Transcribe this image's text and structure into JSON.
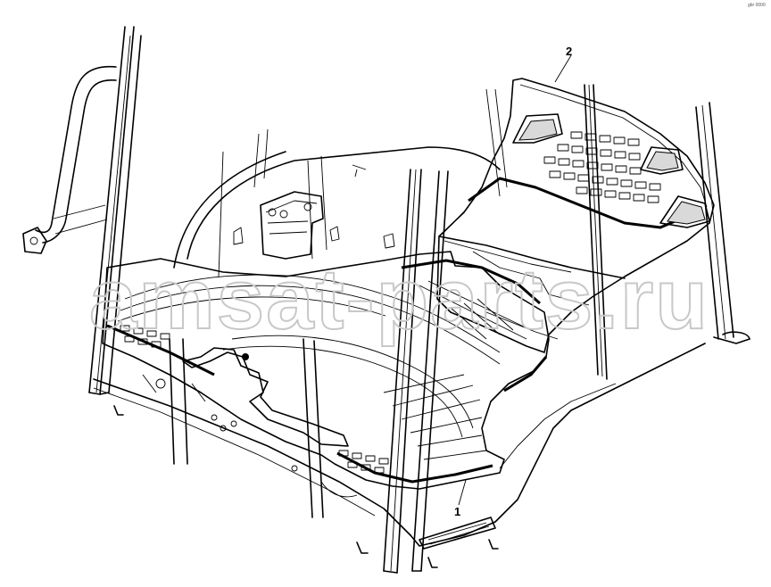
{
  "diagram": {
    "callouts": [
      {
        "id": "1",
        "label": "1"
      },
      {
        "id": "2",
        "label": "2"
      }
    ],
    "reference_code": "gbr 0000",
    "watermark": "amsat-parts.ru"
  }
}
